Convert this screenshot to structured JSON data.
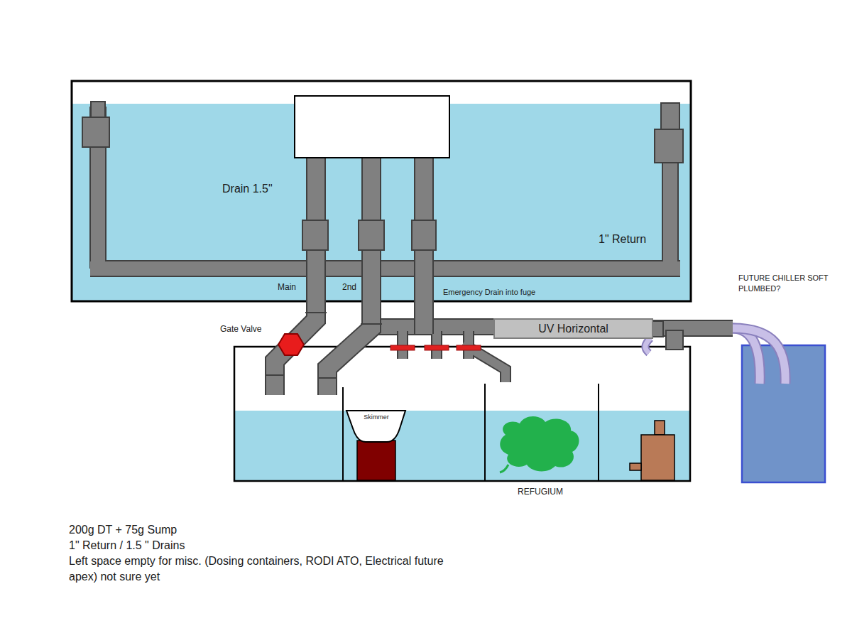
{
  "diagram": {
    "nodes": [
      {
        "text": [
          "UV Horizontal"
        ]
      },
      {
        "text": [
          "Skimmer"
        ]
      }
    ],
    "labels": [
      "Drain 1.5\"",
      "1\" Return",
      "Main",
      "2nd",
      "Emergency Drain into fuge",
      "Gate Valve",
      "FUTURE CHILLER SOFT PLUMBED?",
      "REFUGIUM",
      "200g DT + 75g Sump",
      "1\" Return / 1.5 \" Drains",
      "Left space empty for misc. (Dosing containers, RODI ATO, Electrical future apex) not sure yet"
    ]
  }
}
